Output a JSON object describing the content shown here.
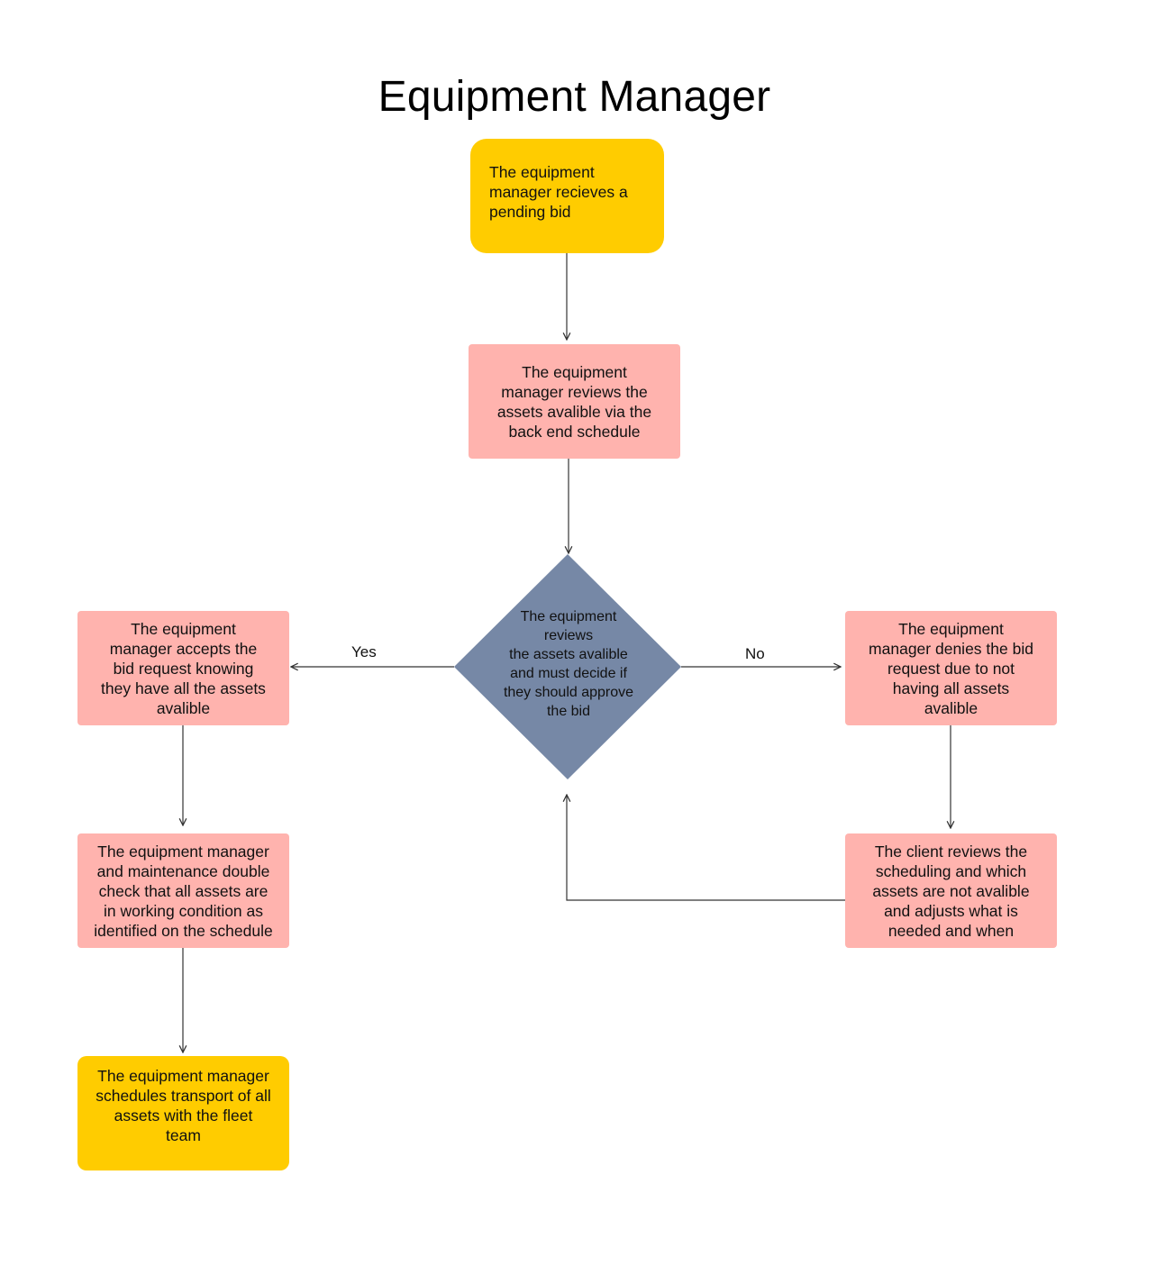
{
  "title": "Equipment Manager",
  "nodes": {
    "start": "The equipment\nmanager recieves a\npending bid",
    "review_assets": "The equipment\nmanager reviews the\nassets avalible via the\nback end schedule",
    "decision": "The equipment\nreviews\nthe assets avalible\nand must decide if\nthey should approve\nthe bid",
    "accept": "The equipment\nmanager accepts the\nbid request knowing\nthey have all the assets\navalible",
    "deny": "The equipment\nmanager denies the bid\nrequest due to not\nhaving all assets\navalible",
    "double_check": "The equipment manager\nand maintenance double\ncheck that all assets are\nin working condition as\nidentified on the schedule",
    "client_review": "The client reviews the\nscheduling and which\nassets are not avalible\nand adjusts what is\nneeded and when",
    "schedule_transport": "The equipment manager\nschedules transport of all\nassets with the fleet\nteam"
  },
  "edge_labels": {
    "yes": "Yes",
    "no": "No"
  },
  "colors": {
    "terminal": "#ffcc00",
    "process": "#ffb3ae",
    "decision": "#7688a6",
    "connector": "#333333"
  }
}
